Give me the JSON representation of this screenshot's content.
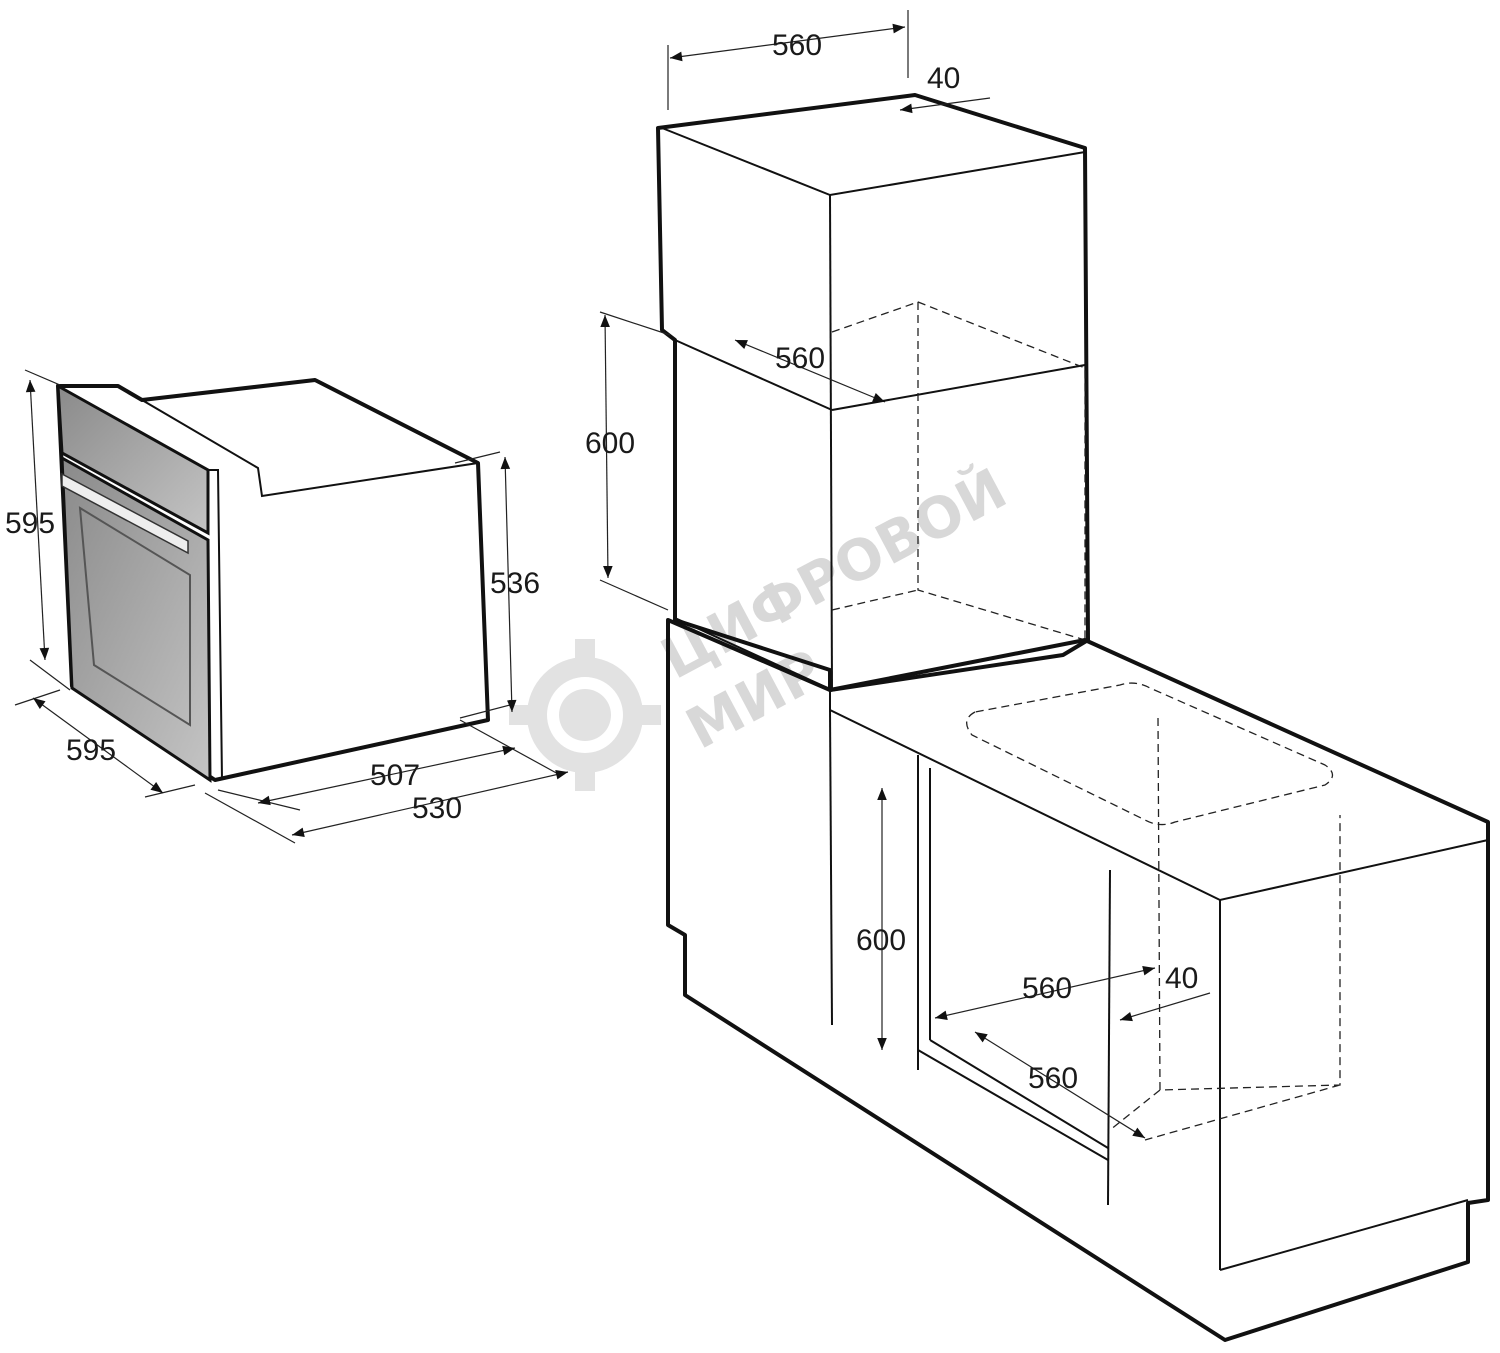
{
  "diagram": {
    "type": "installation-dimension-drawing",
    "subject": "built-in oven",
    "units": "mm"
  },
  "oven": {
    "height_label": "595",
    "width_label": "595",
    "body_height_label": "536",
    "body_depth_label": "507",
    "total_depth_label": "530"
  },
  "tall_cabinet": {
    "top_width_label": "560",
    "rear_gap_label": "40",
    "niche_depth_label": "560",
    "niche_height_label": "600"
  },
  "under_counter": {
    "niche_height_label": "600",
    "niche_width_label": "560",
    "rear_gap_label": "40",
    "niche_depth_label": "560"
  },
  "watermark": {
    "line1": "ЦИФРОВОЙ",
    "line2": "МИР"
  }
}
